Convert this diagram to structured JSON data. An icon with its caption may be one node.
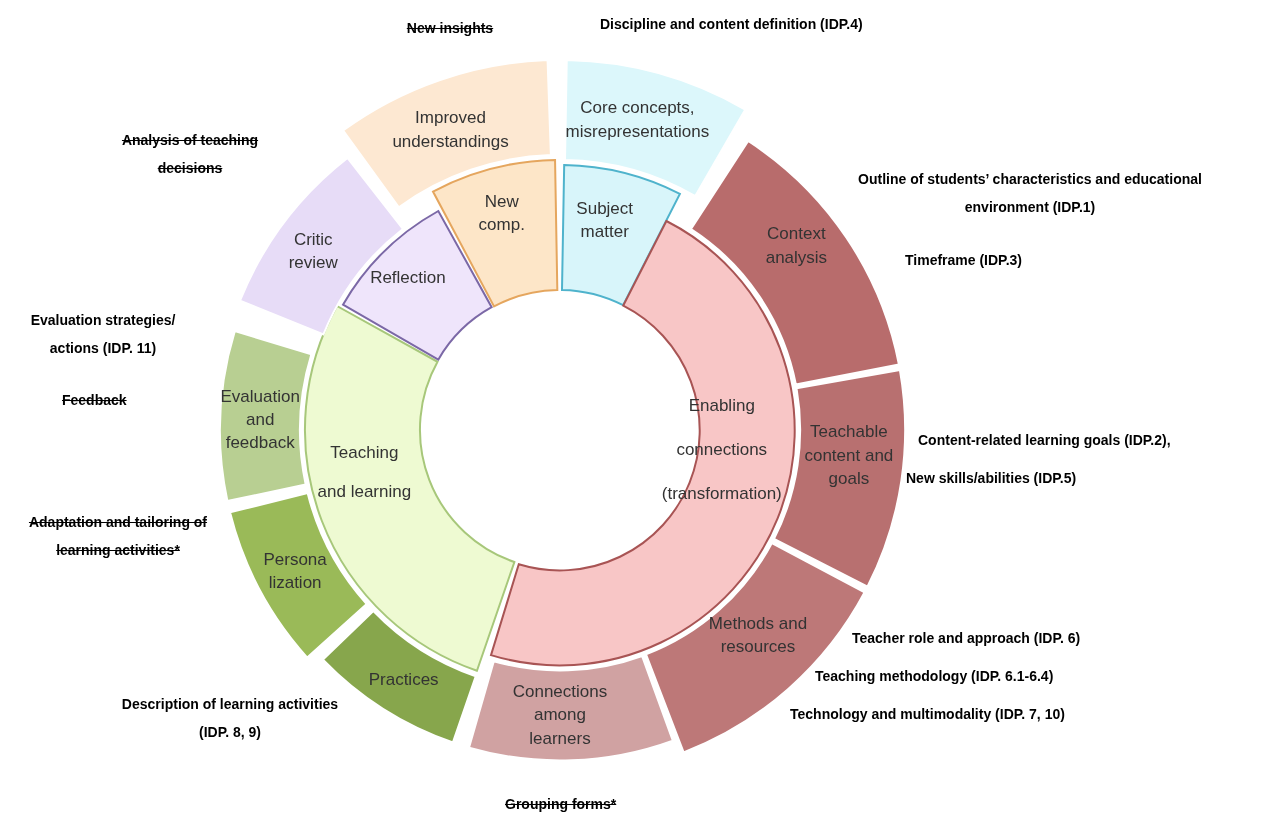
{
  "diagram": {
    "nodes": [
      {
        "text": [
          "Subject matter"
        ]
      },
      {
        "text": [
          "Enabling connections (transformation)"
        ]
      },
      {
        "text": [
          "Teaching and learning"
        ]
      },
      {
        "text": [
          "Reflection"
        ]
      },
      {
        "text": [
          "New comp."
        ]
      },
      {
        "text": [
          "Core concepts, misrepresentations"
        ]
      },
      {
        "text": [
          "Context analysis"
        ]
      },
      {
        "text": [
          "Teachable content and goals"
        ]
      },
      {
        "text": [
          "Methods and resources"
        ]
      },
      {
        "text": [
          "Connections among learners"
        ]
      },
      {
        "text": [
          "Practices"
        ]
      },
      {
        "text": [
          "Persona lization"
        ]
      },
      {
        "text": [
          "Evaluation and feedback"
        ]
      },
      {
        "text": [
          "Critic review"
        ]
      },
      {
        "text": [
          "Improved understandings"
        ]
      }
    ],
    "labels": [
      "New insights",
      "Discipline and content definition (IDP.4)",
      "Analysis of teaching decisions",
      "Outline of students’ characteristics and educational environment (IDP.1)",
      "Timeframe (IDP.3)",
      "Evaluation strategies/ actions (IDP. 11)",
      "Feedback",
      "Content-related learning goals (IDP.2),",
      "New skills/abilities (IDP.5)",
      "Adaptation and tailoring of learning activities*",
      "Teacher role and approach (IDP. 6)",
      "Teaching methodology (IDP. 6.1-6.4)",
      "Technology and multimodality (IDP. 7, 10)",
      "Description of learning activities (IDP. 8, 9)",
      "Grouping forms*"
    ]
  }
}
